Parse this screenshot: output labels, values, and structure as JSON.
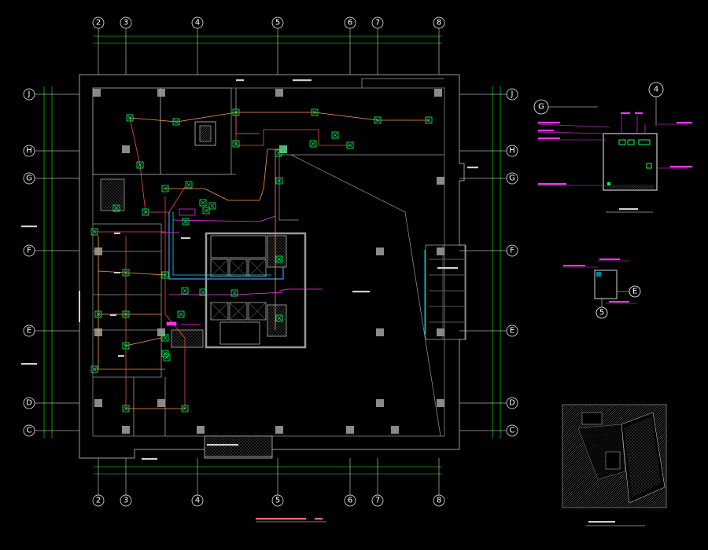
{
  "colors": {
    "background": "#000000",
    "wall": "#8a8a8a",
    "wall_light": "#c8c8c8",
    "grid_axis": "#ffffff",
    "dimension": "#00ff00",
    "cable_red": "#ff4444",
    "cable_orange": "#ff9a3c",
    "cable_blue": "#3399ff",
    "cable_cyan": "#00e5ff",
    "device": "#00ff66",
    "annotation_magenta": "#ff33ff",
    "hatch": "#a0a0a0"
  },
  "axes": {
    "columns": [
      "2",
      "3",
      "4",
      "5",
      "6",
      "7",
      "8"
    ],
    "rows": [
      "J",
      "H",
      "G",
      "F",
      "E",
      "D",
      "C"
    ]
  },
  "detail_views": {
    "room_plan_axes": [
      "G",
      "4"
    ],
    "small_room_axes": [
      "E",
      "5"
    ]
  },
  "main_drawing": {
    "icon": "floor-plan-icon"
  }
}
